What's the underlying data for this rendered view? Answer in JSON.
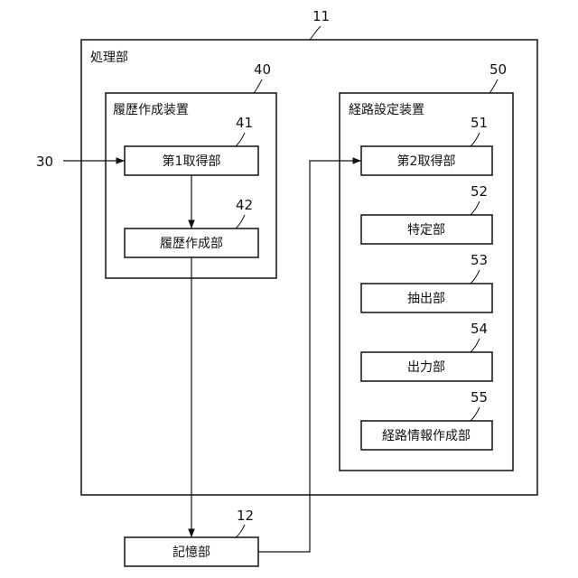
{
  "processing_unit": {
    "label": "処理部",
    "ref": "11"
  },
  "history_device": {
    "label": "履歴作成装置",
    "ref": "40",
    "units": [
      {
        "label": "第1取得部",
        "ref": "41"
      },
      {
        "label": "履歴作成部",
        "ref": "42"
      }
    ]
  },
  "route_device": {
    "label": "経路設定装置",
    "ref": "50",
    "units": [
      {
        "label": "第2取得部",
        "ref": "51"
      },
      {
        "label": "特定部",
        "ref": "52"
      },
      {
        "label": "抽出部",
        "ref": "53"
      },
      {
        "label": "出力部",
        "ref": "54"
      },
      {
        "label": "経路情報作成部",
        "ref": "55"
      }
    ]
  },
  "storage": {
    "label": "記憶部",
    "ref": "12"
  },
  "input": {
    "ref": "30"
  }
}
